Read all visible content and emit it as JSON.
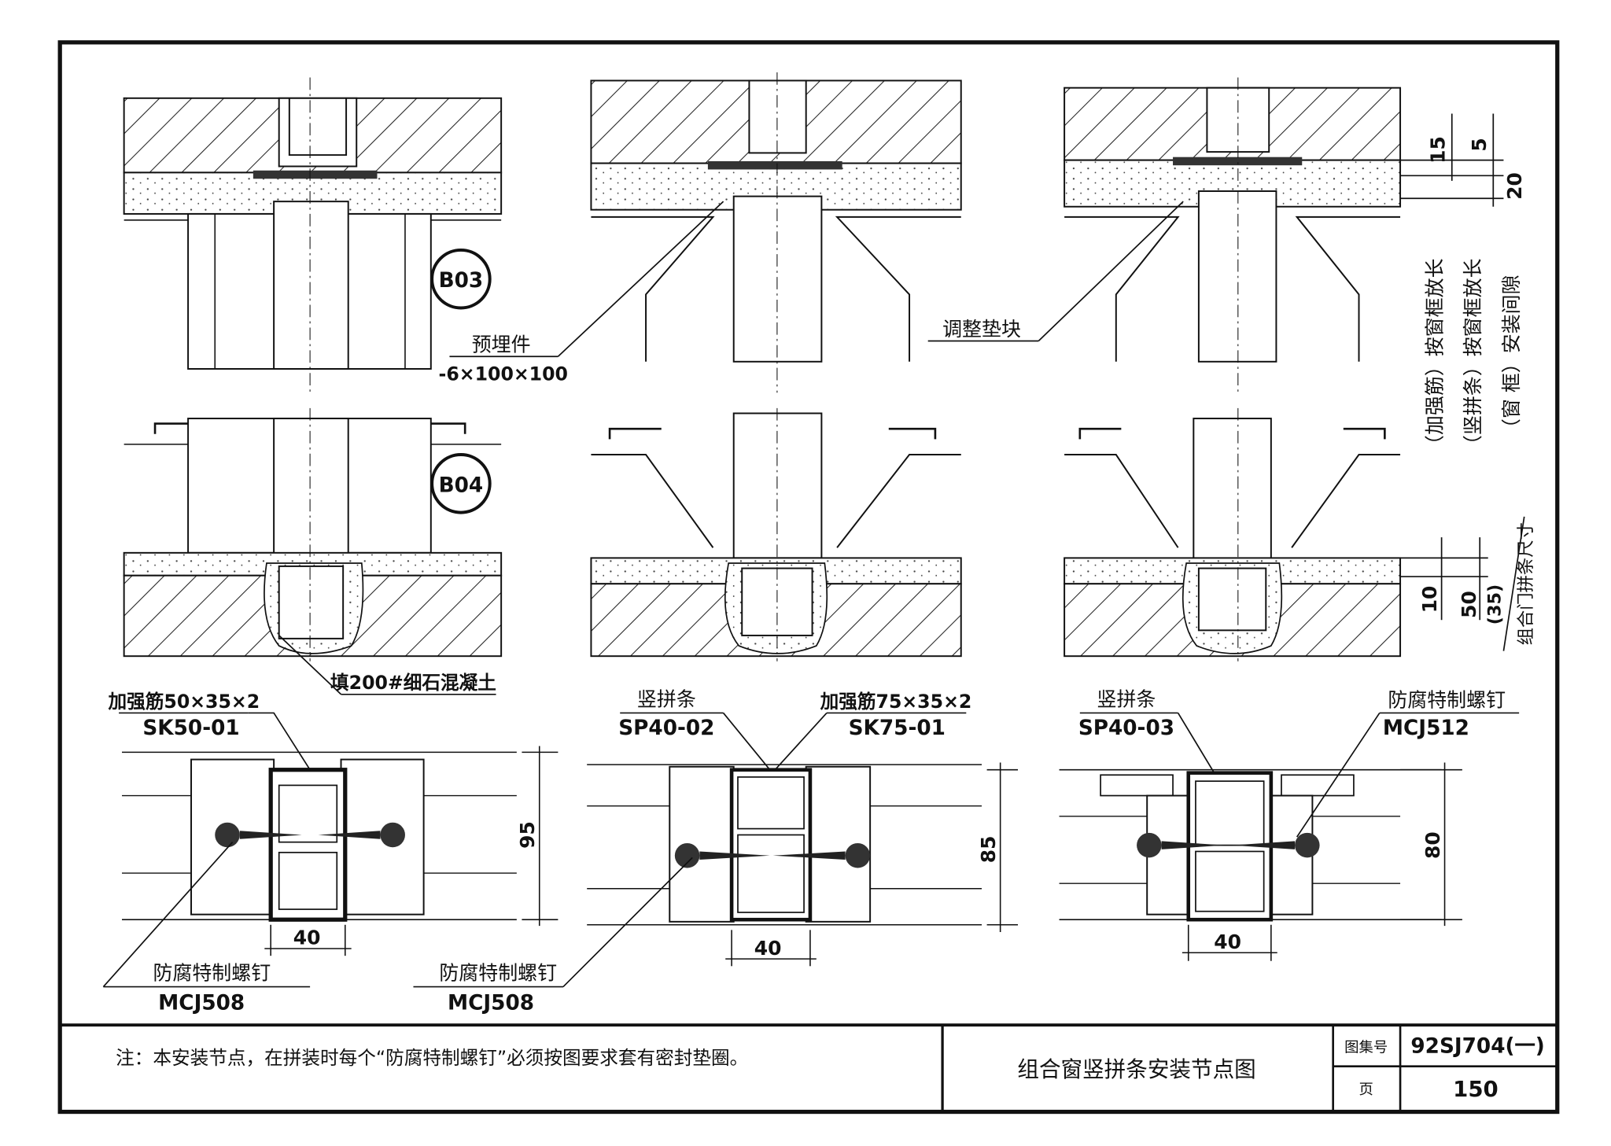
{
  "callouts": {
    "b03": "B03",
    "b04": "B04"
  },
  "labels": {
    "embedded_part": "预埋件",
    "embedded_part_size": "-6×100×100",
    "adjust_block": "调整垫块",
    "fill_concrete": "填200#细石混凝土",
    "stiffener_50": "加强筋50×35×2",
    "sk50": "SK50-01",
    "vertical_bar_1": "竖拼条",
    "sp40_02": "SP40-02",
    "stiffener_75": "加强筋75×35×2",
    "sk75": "SK75-01",
    "vertical_bar_2": "竖拼条",
    "sp40_03": "SP40-03",
    "rust_screw_top": "防腐特制螺钉",
    "mcj512": "MCJ512",
    "rust_screw_left": "防腐特制螺钉",
    "mcj508_left": "MCJ508",
    "rust_screw_mid": "防腐特制螺钉",
    "mcj508_mid": "MCJ508"
  },
  "right_notes": [
    "（加强筋）按窗框放长",
    "（竖拼条）按窗框放长",
    "（窗  框）安装间隙"
  ],
  "vertical_note": "组合门拼条尺寸",
  "dimensions": {
    "d15": "15",
    "d5": "5",
    "d20": "20",
    "d10": "10",
    "d50": "50",
    "d35": "(35)",
    "d95": "95",
    "d85": "85",
    "d80": "80",
    "w40_left": "40",
    "w40_mid": "40",
    "w40_right": "40"
  },
  "footer": {
    "note": "注：本安装节点，在拼装时每个“防腐特制螺钉”必须按图要求套有密封垫圈。",
    "title": "组合窗竖拼条安装节点图",
    "atlas_label": "图集号",
    "atlas_value": "92SJ704(一)",
    "page_label": "页",
    "page_value": "150"
  }
}
